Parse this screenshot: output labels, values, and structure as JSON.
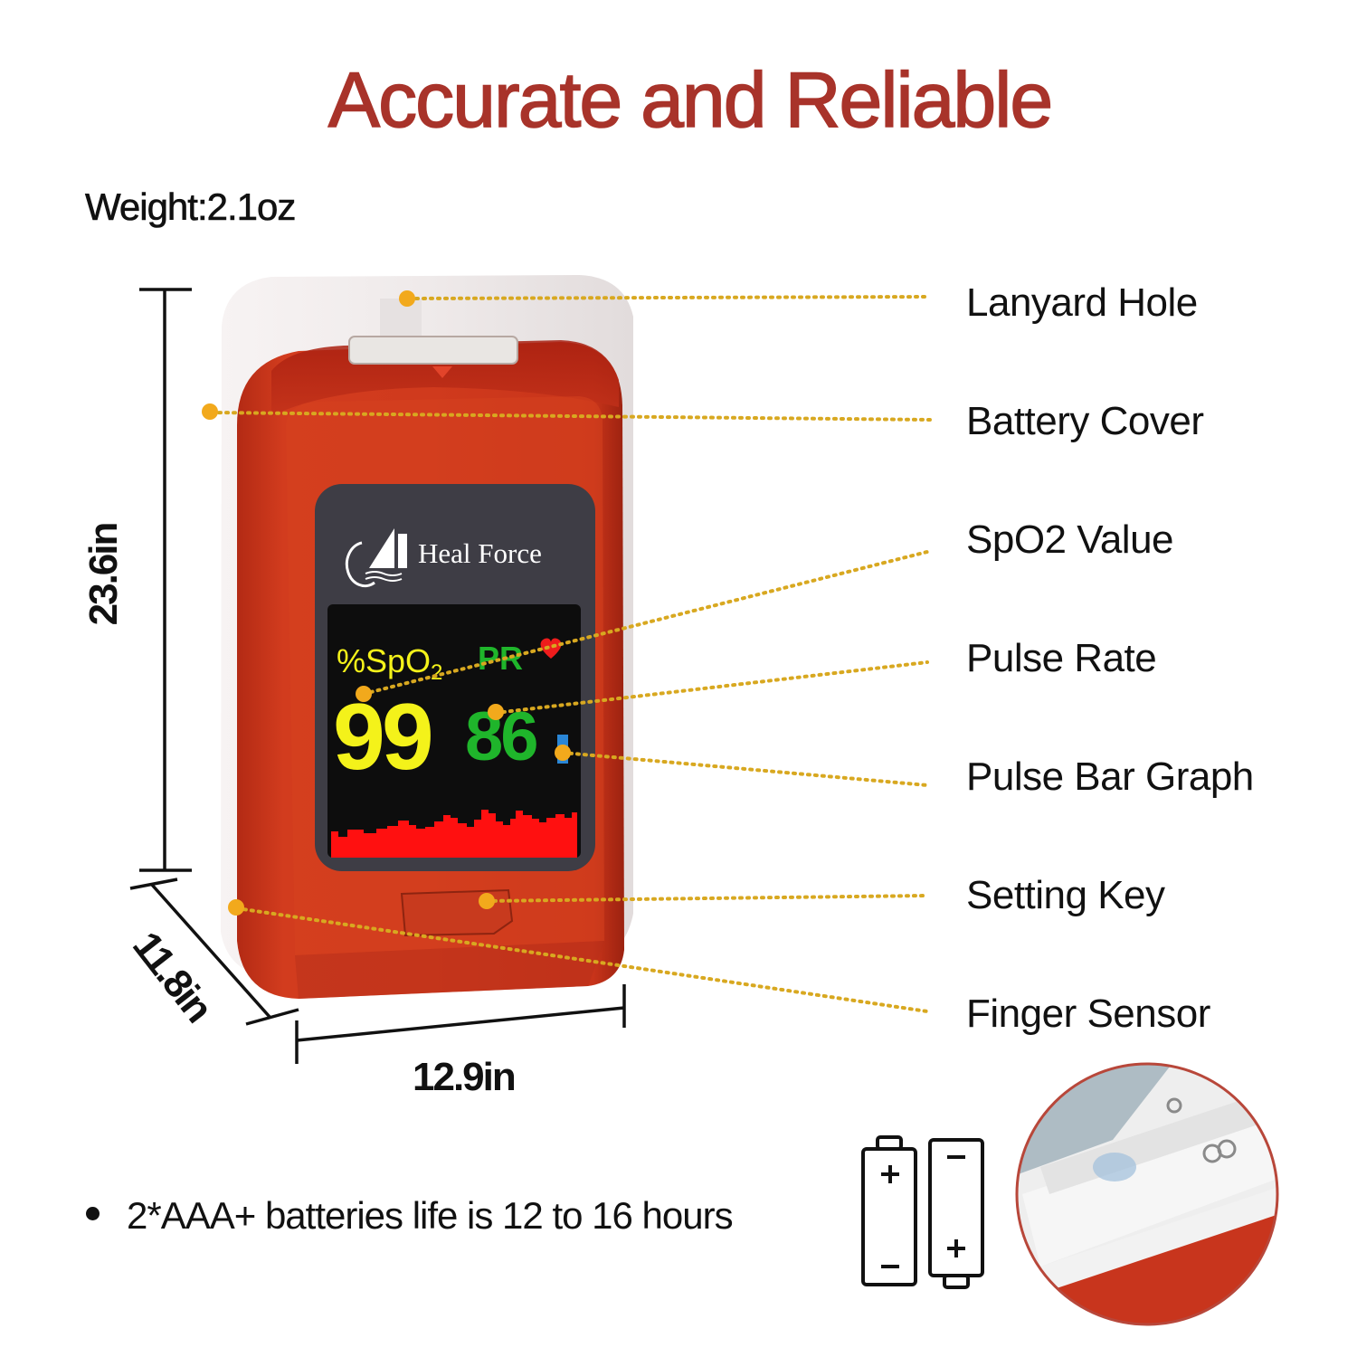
{
  "header": {
    "title": "Accurate and Reliable",
    "weight": "Weight:2.1oz"
  },
  "colors": {
    "title": "#a8332a",
    "device_body": "#c8351d",
    "device_clip": "#f1eded",
    "screen_bezel": "#3e3d45",
    "screen": "#0d0d0d",
    "spo2_value": "#f4f21a",
    "pr_value": "#1fb52b",
    "waveform": "#ff1010",
    "callout_dot": "#f2a91c",
    "callout_line": "#d8a820"
  },
  "device": {
    "brand": "Heal Force",
    "screen": {
      "spo2_label": "%SpO",
      "spo2_subscript": "2",
      "pr_label": "PR",
      "spo2_value": "99",
      "pr_value": "86",
      "heart_icon": "heart-icon"
    }
  },
  "dimensions": {
    "height": "23.6in",
    "depth": "11.8in",
    "width": "12.9in"
  },
  "callouts": [
    {
      "label": "Lanyard Hole"
    },
    {
      "label": "Battery Cover"
    },
    {
      "label": "SpO2 Value"
    },
    {
      "label": "Pulse Rate"
    },
    {
      "label": "Pulse Bar Graph"
    },
    {
      "label": "Setting Key"
    },
    {
      "label": "Finger Sensor"
    }
  ],
  "battery": {
    "note": "2*AAA+ batteries life is 12 to 16 hours",
    "icons": [
      "battery-icon",
      "battery-icon"
    ],
    "plus": "+",
    "minus": "−"
  }
}
